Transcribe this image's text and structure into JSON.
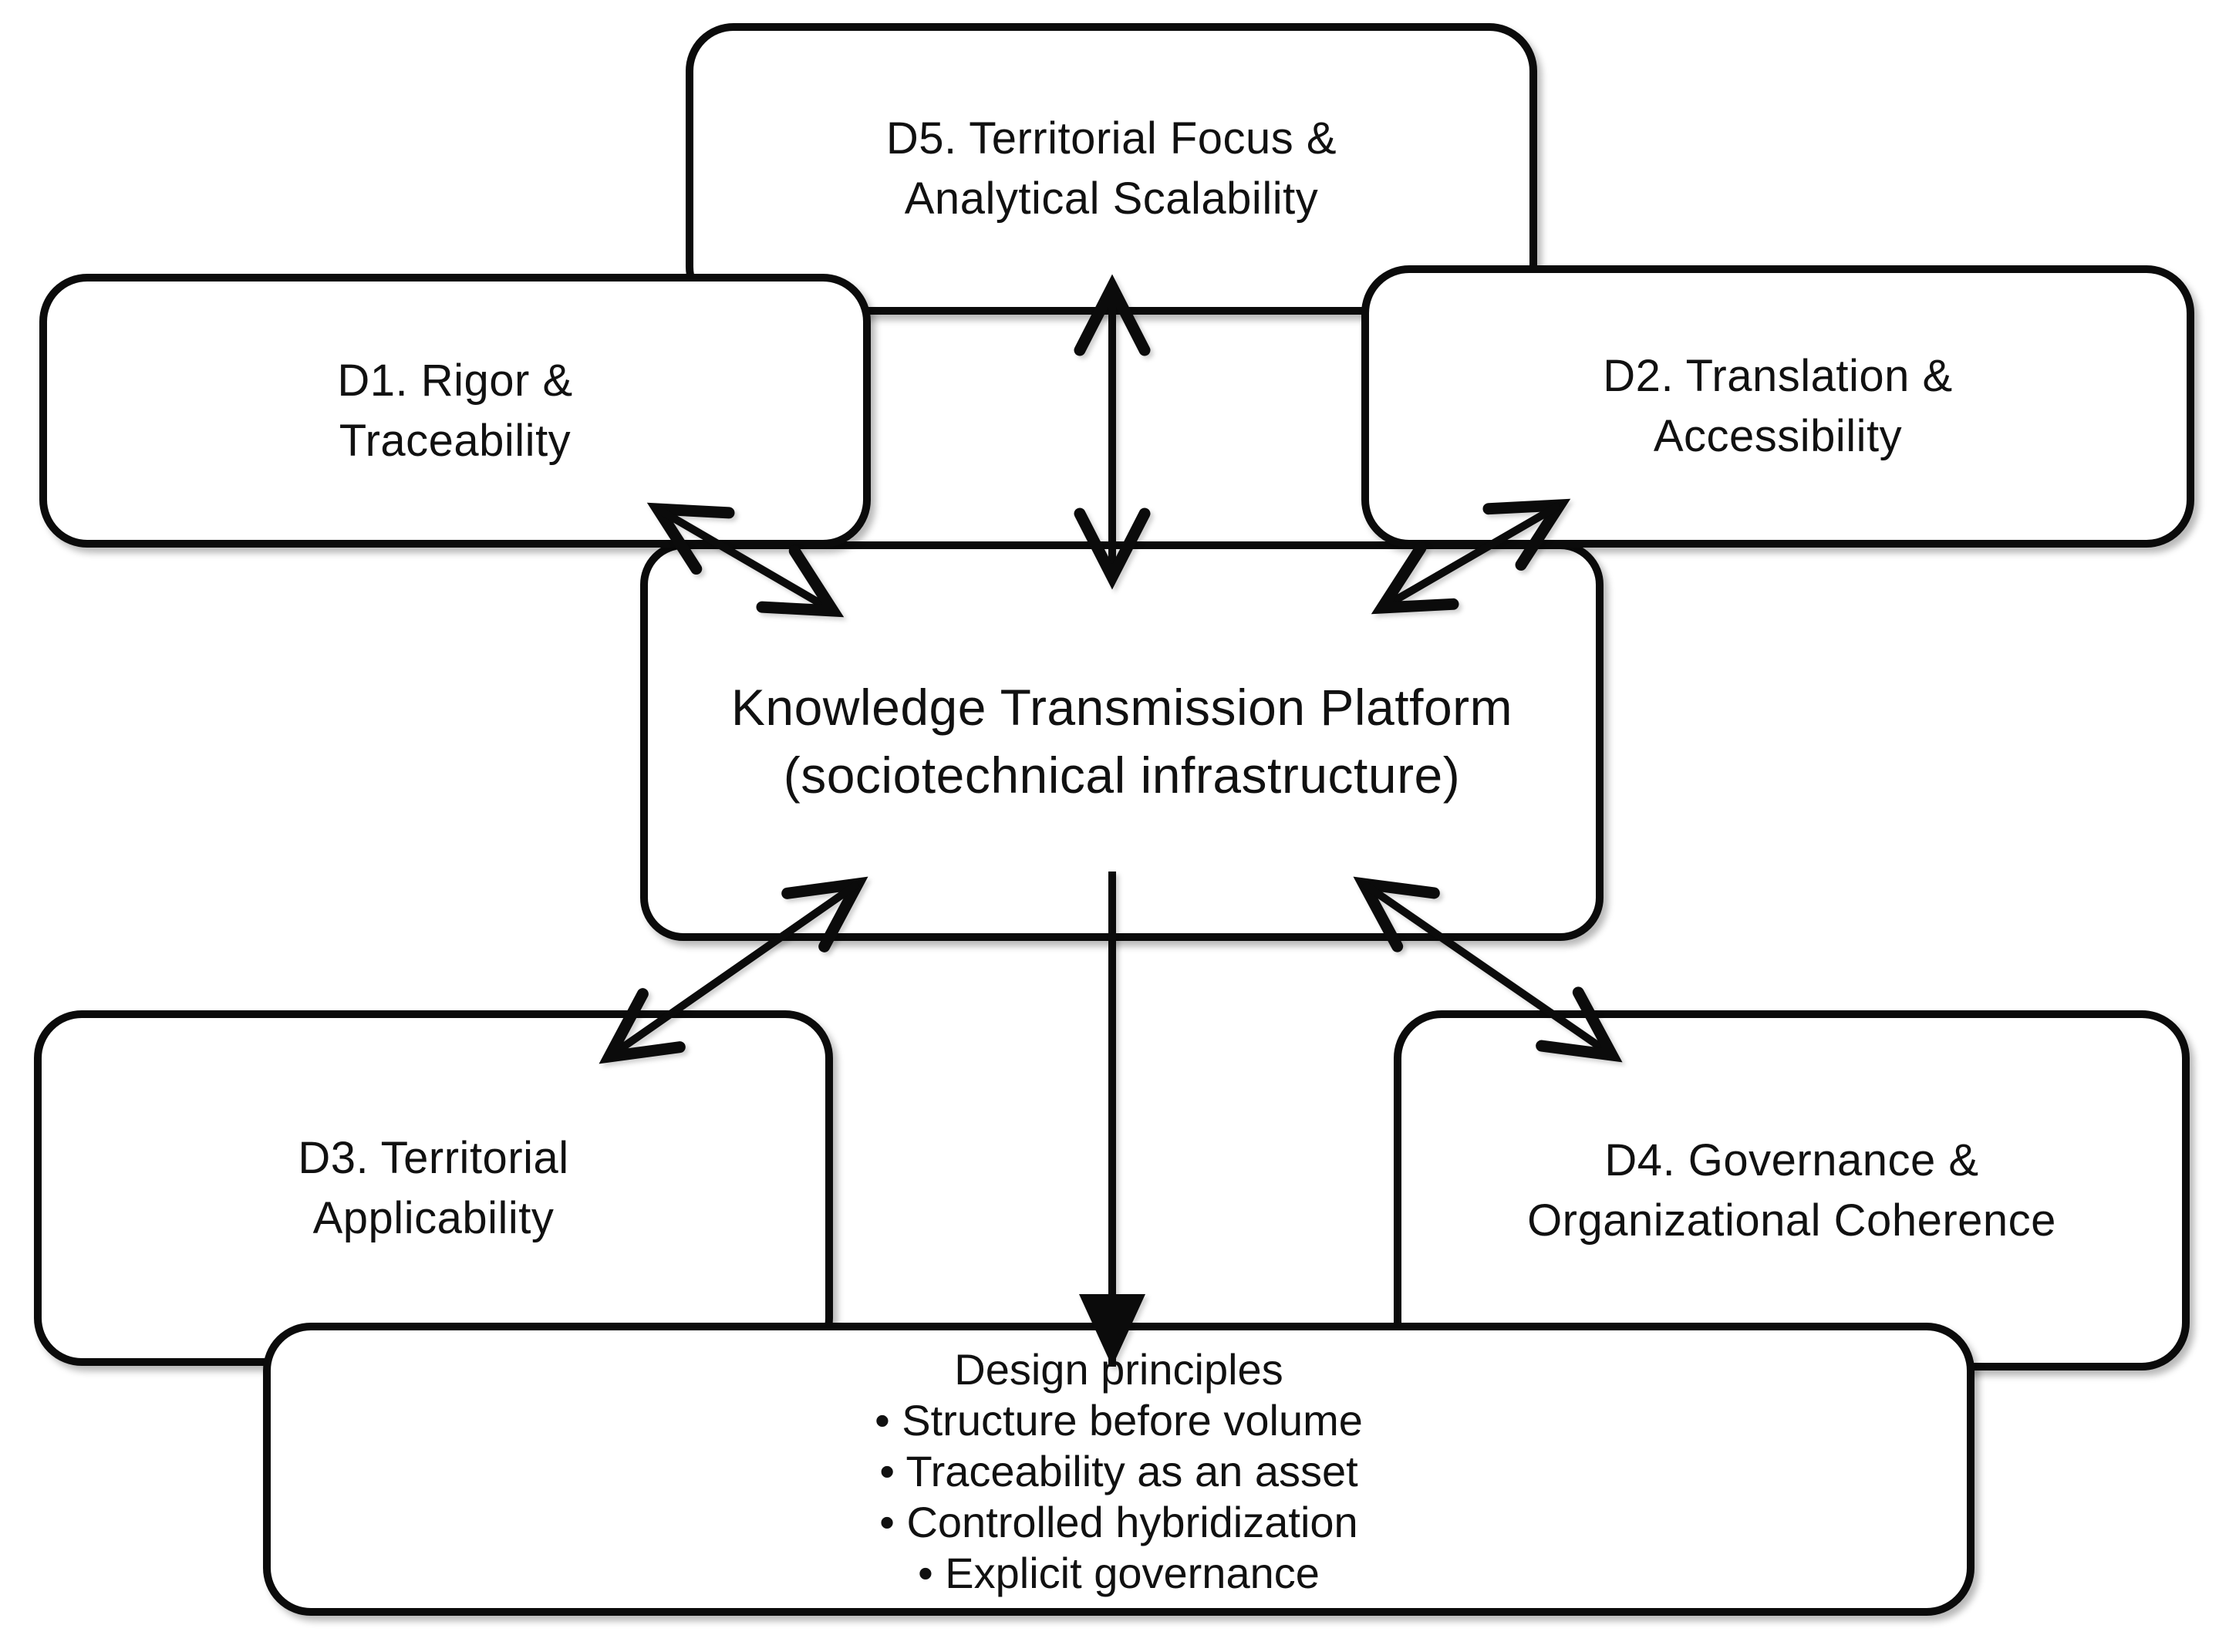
{
  "figure": {
    "background_color": "#ffffff",
    "stroke_color": "#0b0b0b",
    "text_color": "#111111"
  },
  "nodes": {
    "d5": {
      "line1": "D5. Territorial Focus &",
      "line2": "Analytical Scalability"
    },
    "d1": {
      "line1": "D1. Rigor &",
      "line2": "Traceability"
    },
    "d2": {
      "line1": "D2. Translation &",
      "line2": "Accessibility"
    },
    "platform": {
      "line1": "Knowledge Transmission Platform",
      "line2": "(sociotechnical infrastructure)"
    },
    "d3": {
      "line1": "D3. Territorial",
      "line2": "Applicability"
    },
    "d4": {
      "line1": "D4. Governance &",
      "line2": "Organizational Coherence"
    }
  },
  "design": {
    "title": "Design principles",
    "bullets": [
      "• Structure before volume",
      "• Traceability as an asset",
      "• Controlled hybridization",
      "• Explicit governance"
    ]
  },
  "connectors": [
    {
      "name": "d5-platform",
      "style": "double-headed-open"
    },
    {
      "name": "d1-platform",
      "style": "double-headed-open"
    },
    {
      "name": "d2-platform",
      "style": "double-headed-open"
    },
    {
      "name": "platform-d3",
      "style": "double-headed-open"
    },
    {
      "name": "platform-d4",
      "style": "double-headed-open"
    },
    {
      "name": "platform-design-principles",
      "style": "single-filled"
    }
  ]
}
